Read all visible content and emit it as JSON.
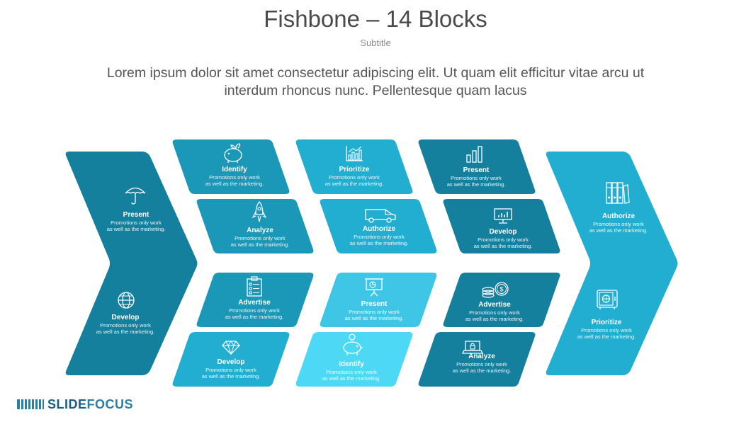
{
  "title": "Fishbone – 14 Blocks",
  "subtitle": "Subtitle",
  "description": "Lorem ipsum dolor sit amet consectetur adipiscing elit. Ut quam elit efficitur vitae arcu ut interdum rhoncus nunc. Pellentesque quam lacus",
  "colors": {
    "dark": "#15809e",
    "mid": "#1b98b8",
    "light": "#22aed0",
    "bright": "#3fc6e6",
    "cyan": "#4dd8f6"
  },
  "left_arrow": {
    "items": [
      {
        "title": "Present",
        "desc_line1": "Promotions only work",
        "desc_line2": "as well as the marketing.",
        "icon": "umbrella-icon"
      },
      {
        "title": "Develop",
        "desc_line1": "Promotions only work",
        "desc_line2": "as well as the marketing.",
        "icon": "globe-icon"
      }
    ]
  },
  "right_arrow": {
    "items": [
      {
        "title": "Authorize",
        "desc_line1": "Promotions only work",
        "desc_line2": "as well as the marketing.",
        "icon": "binders-icon"
      },
      {
        "title": "Prioritize",
        "desc_line1": "Promotions only work",
        "desc_line2": "as well as the marketing.",
        "icon": "safe-icon"
      }
    ]
  },
  "blocks": [
    {
      "title": "Identify",
      "desc_line1": "Promotions only work",
      "desc_line2": "as well as the marketing.",
      "icon": "piggy-bank-plant-icon"
    },
    {
      "title": "Prioritize",
      "desc_line1": "Promotions only work",
      "desc_line2": "as well as the marketing.",
      "icon": "bar-chart-icon"
    },
    {
      "title": "Present",
      "desc_line1": "Promotions only work",
      "desc_line2": "as well as the marketing.",
      "icon": "column-chart-icon"
    },
    {
      "title": "Analyze",
      "desc_line1": "Promotions only work",
      "desc_line2": "as well as the marketing.",
      "icon": "rocket-icon"
    },
    {
      "title": "Authorize",
      "desc_line1": "Promotions only work",
      "desc_line2": "as well as the marketing.",
      "icon": "van-icon"
    },
    {
      "title": "Develop",
      "desc_line1": "Promotions only work",
      "desc_line2": "as well as the marketing.",
      "icon": "monitor-chart-icon"
    },
    {
      "title": "Advertise",
      "desc_line1": "Promotions only work",
      "desc_line2": "as well as the marketing.",
      "icon": "clipboard-icon"
    },
    {
      "title": "Present",
      "desc_line1": "Promotions only work",
      "desc_line2": "as well as the marketing.",
      "icon": "presentation-board-icon"
    },
    {
      "title": "Advertise",
      "desc_line1": "Promotions only work",
      "desc_line2": "as well as the marketing.",
      "icon": "coins-dollar-icon"
    },
    {
      "title": "Develop",
      "desc_line1": "Promotions only work",
      "desc_line2": "as well as the marketing.",
      "icon": "diamond-icon"
    },
    {
      "title": "Identify",
      "desc_line1": "Promotions only work",
      "desc_line2": "as well as the marketing.",
      "icon": "piggy-bank-icon"
    },
    {
      "title": "Analyze",
      "desc_line1": "Promotions only work",
      "desc_line2": "as well as the marketing.",
      "icon": "laptop-lock-icon"
    }
  ],
  "logo": {
    "part1": "SLIDE",
    "part2": "FOCUS"
  }
}
